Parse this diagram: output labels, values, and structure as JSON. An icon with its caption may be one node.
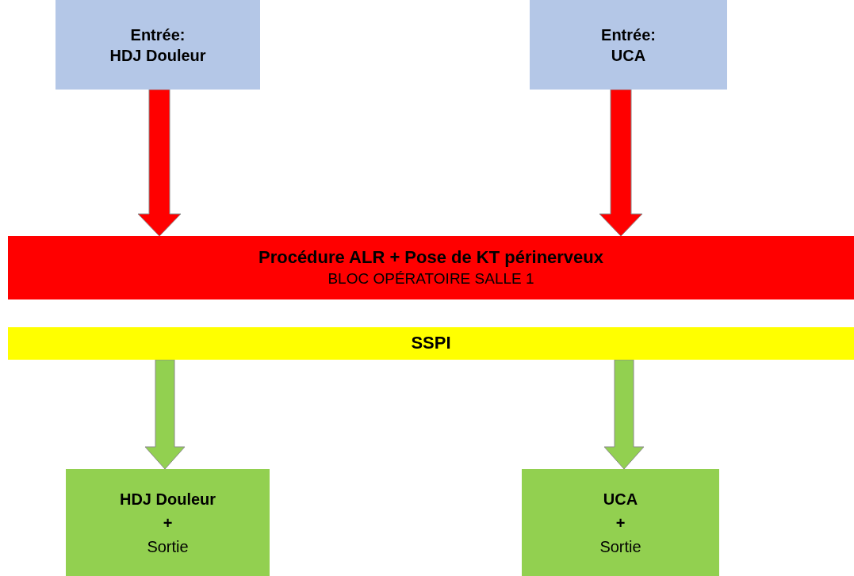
{
  "diagram": {
    "nodes": [
      {
        "text": [
          "Entrée:",
          "HDJ Douleur"
        ]
      },
      {
        "text": [
          "Entrée:",
          "UCA"
        ]
      },
      {
        "text": [
          "Procédure ALR + Pose de KT périnerveux",
          "BLOC OPÉRATOIRE SALLE 1"
        ]
      },
      {
        "text": [
          "SSPI"
        ]
      },
      {
        "text": [
          "HDJ Douleur",
          "+",
          "Sortie"
        ]
      },
      {
        "text": [
          "UCA",
          "+",
          "Sortie"
        ]
      }
    ],
    "edges": [
      {
        "from": 0,
        "to": 2,
        "arrow": "to",
        "style": "thick",
        "color": "#ff0000"
      },
      {
        "from": 1,
        "to": 2,
        "arrow": "to",
        "style": "thick",
        "color": "#ff0000"
      },
      {
        "from": 3,
        "to": 4,
        "arrow": "to",
        "style": "thick",
        "color": "#92d050"
      },
      {
        "from": 3,
        "to": 5,
        "arrow": "to",
        "style": "thick",
        "color": "#92d050"
      }
    ]
  }
}
